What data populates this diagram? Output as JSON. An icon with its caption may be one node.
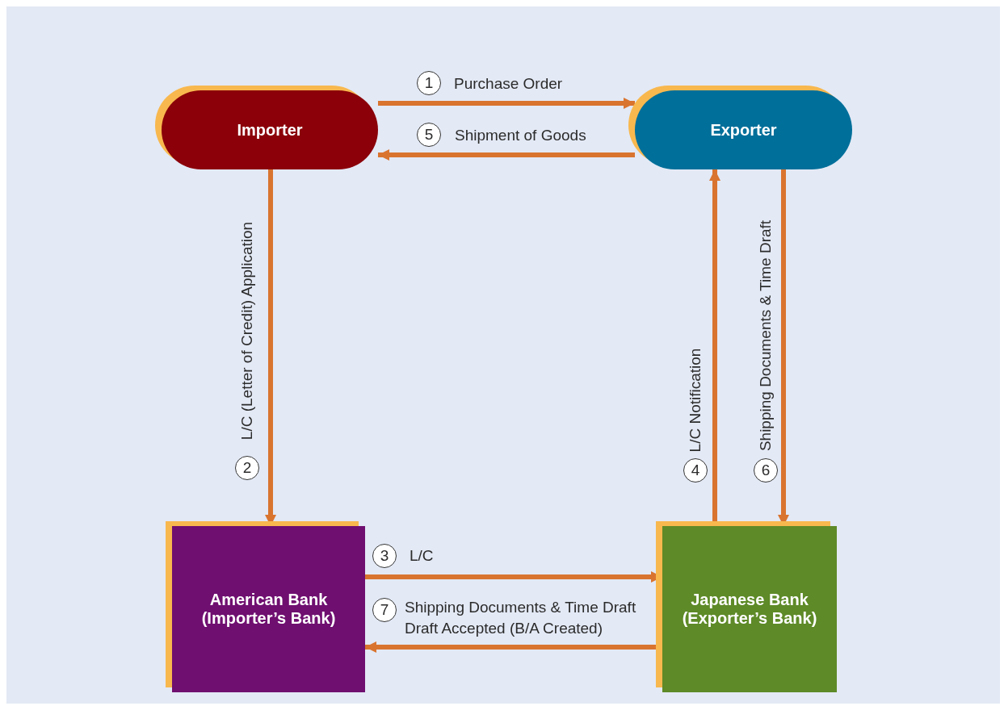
{
  "diagram": {
    "nodes": [
      {
        "text": [
          "Importer"
        ]
      },
      {
        "text": [
          "Exporter"
        ]
      },
      {
        "text": [
          "American Bank (Importer’s Bank)"
        ]
      },
      {
        "text": [
          "Japanese Bank (Exporter’s Bank)"
        ]
      }
    ],
    "edges": [
      {
        "from": 0,
        "to": 1,
        "arrow": "to",
        "label": "Purchase Order"
      },
      {
        "from": 1,
        "to": 0,
        "arrow": "to",
        "label": "Shipment of Goods"
      },
      {
        "from": 0,
        "to": 2,
        "arrow": "to",
        "label": "L/C (Letter of Credit) Application"
      },
      {
        "from": 3,
        "to": 1,
        "arrow": "to",
        "label": "L/C Notification"
      },
      {
        "from": 1,
        "to": 3,
        "arrow": "to",
        "label": "Shipping Documents & Time Draft"
      },
      {
        "from": 2,
        "to": 3,
        "arrow": "to",
        "label": "L/C"
      },
      {
        "from": 3,
        "to": 2,
        "arrow": "to",
        "label": "Shipping Documents & Time Draft Draft Accepted (B/A Created)"
      }
    ],
    "labels": [
      "1",
      "5",
      "2",
      "4",
      "6",
      "3",
      "7"
    ]
  }
}
